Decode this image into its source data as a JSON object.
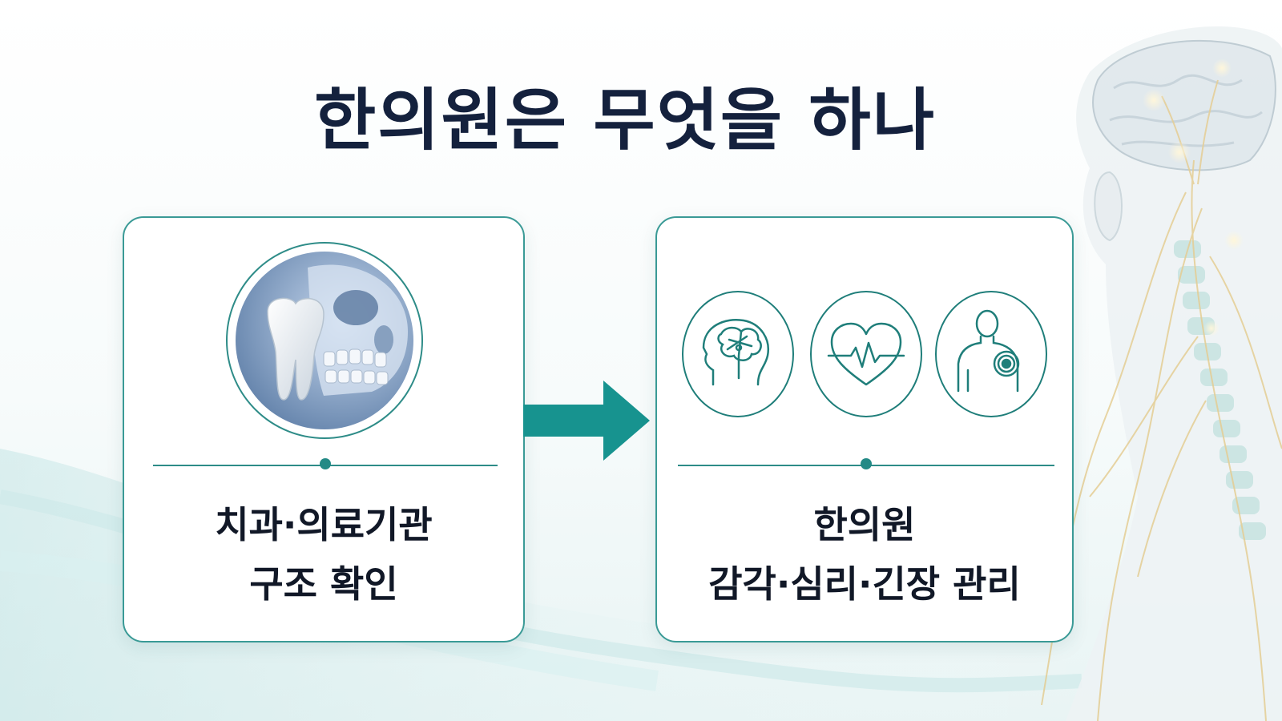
{
  "title": "한의원은 무엇을 하나",
  "left_card": {
    "line1": "치과·의료기관",
    "line2": "구조 확인",
    "image": "tooth-skull-xray"
  },
  "right_card": {
    "line1": "한의원",
    "line2": "감각·심리·긴장 관리",
    "icons": [
      "head-brain-icon",
      "heart-pulse-icon",
      "body-pain-icon"
    ]
  },
  "colors": {
    "accent": "#1e8e8a",
    "title": "#14213d",
    "card_border": "#3a9a96",
    "arrow": "#17938f"
  }
}
